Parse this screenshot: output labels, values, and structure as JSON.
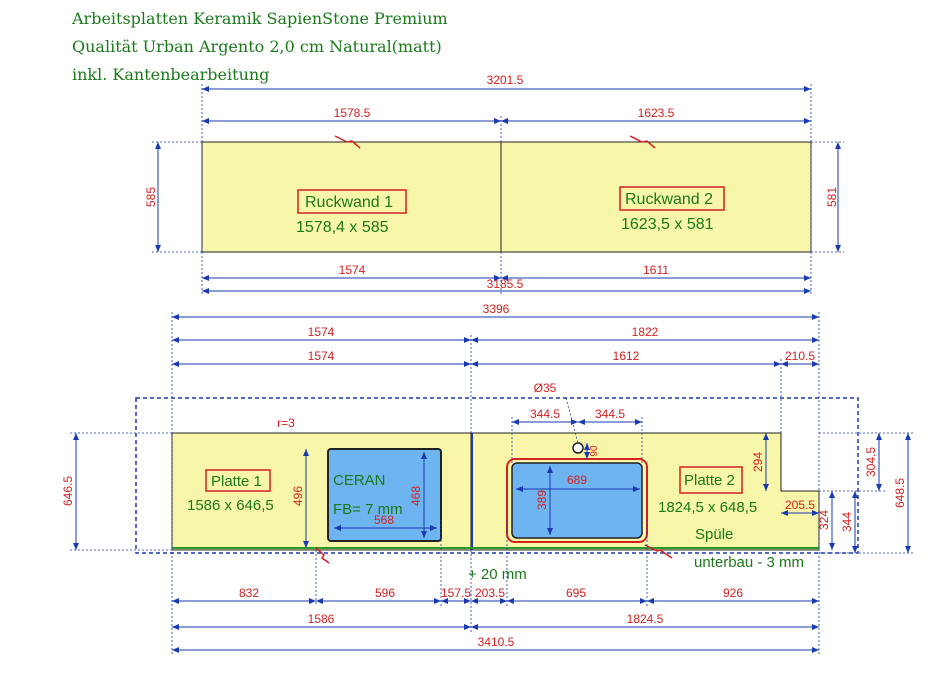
{
  "header": {
    "line1": "Arbeitsplatten Keramik SapienStone Premium",
    "line2": "Qualität Urban Argento 2,0 cm Natural(matt)",
    "line3": "inkl. Kantenbearbeitung"
  },
  "colors": {
    "slab_fill": "#f8f6a8",
    "dimension_red": "#d42020",
    "dim_line_blue": "#1a3ab0",
    "text_green": "#1a7a1a",
    "cutout_blue": "#6eb4f0"
  },
  "backsplash": {
    "overall_top": "3201.5",
    "piece1_top": "1578.5",
    "piece2_top": "1623.5",
    "height_left": "585",
    "height_right": "581",
    "piece1_bottom": "1574",
    "piece2_bottom": "1611",
    "overall_bottom": "3185.5",
    "piece1_name": "Ruckwand 1",
    "piece1_size": "1578,4 x 585",
    "piece2_name": "Ruckwand 2",
    "piece2_size": "1623,5 x 581"
  },
  "worktop": {
    "overall_top": "3396",
    "top_row1": [
      "1574",
      "1822"
    ],
    "top_row2": [
      "1574",
      "1612",
      "210.5"
    ],
    "tap_hole": "Ø35",
    "tap_offsets": [
      "344.5",
      "344.5"
    ],
    "tap_small": "90",
    "radius": "r=3",
    "left_height": "646.5",
    "right_heights": [
      "304.5",
      "648.5",
      "344",
      "324"
    ],
    "notch_depth": "294",
    "notch_width": "205.5",
    "plate1_name": "Platte 1",
    "plate1_size": "1586 x 646,5",
    "plate2_name": "Platte 2",
    "plate2_size": "1824,5 x 648,5",
    "ceran_title": "CERAN",
    "ceran_note": "FB= 7 mm",
    "ceran_width": "568",
    "ceran_height": "468",
    "ceran_depth": "496",
    "sink_width": "689",
    "sink_height": "389",
    "sink_label": "Spüle",
    "sink_note": "unterbau - 3 mm",
    "overhang": "+ 20 mm",
    "bottom_row1": [
      "832",
      "596",
      "157.5",
      "203.5",
      "695",
      "926"
    ],
    "bottom_row2": [
      "1586",
      "1824.5"
    ],
    "bottom_overall": "3410.5"
  }
}
